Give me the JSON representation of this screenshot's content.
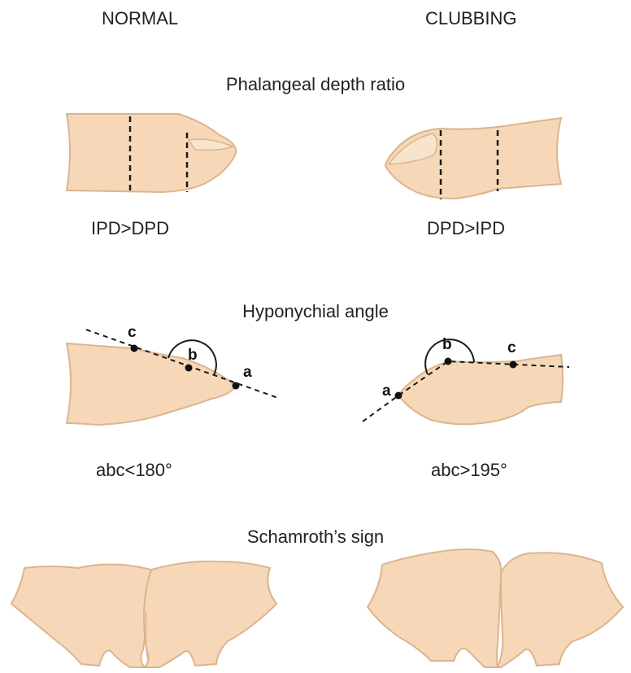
{
  "columns": {
    "normal": "NORMAL",
    "clubbing": "CLUBBING"
  },
  "sections": {
    "phalangeal": {
      "title": "Phalangeal depth ratio",
      "normal_caption": "IPD>DPD",
      "clubbing_caption": "DPD>IPD"
    },
    "hyponychial": {
      "title": "Hyponychial angle",
      "normal_caption": "abc<180°",
      "clubbing_caption": "abc>195°",
      "normal_points": {
        "a": "a",
        "b": "b",
        "c": "c"
      },
      "clubbing_points": {
        "a": "a",
        "b": "b",
        "c": "c"
      }
    },
    "schamroth": {
      "title": "Schamroth’s sign"
    }
  },
  "colors": {
    "skin_fill": "#f6d8b8",
    "skin_outline": "#dcb48e",
    "nail_fill": "#f8e4cc",
    "dash_line": "#1a1a1a",
    "text": "#222222"
  }
}
